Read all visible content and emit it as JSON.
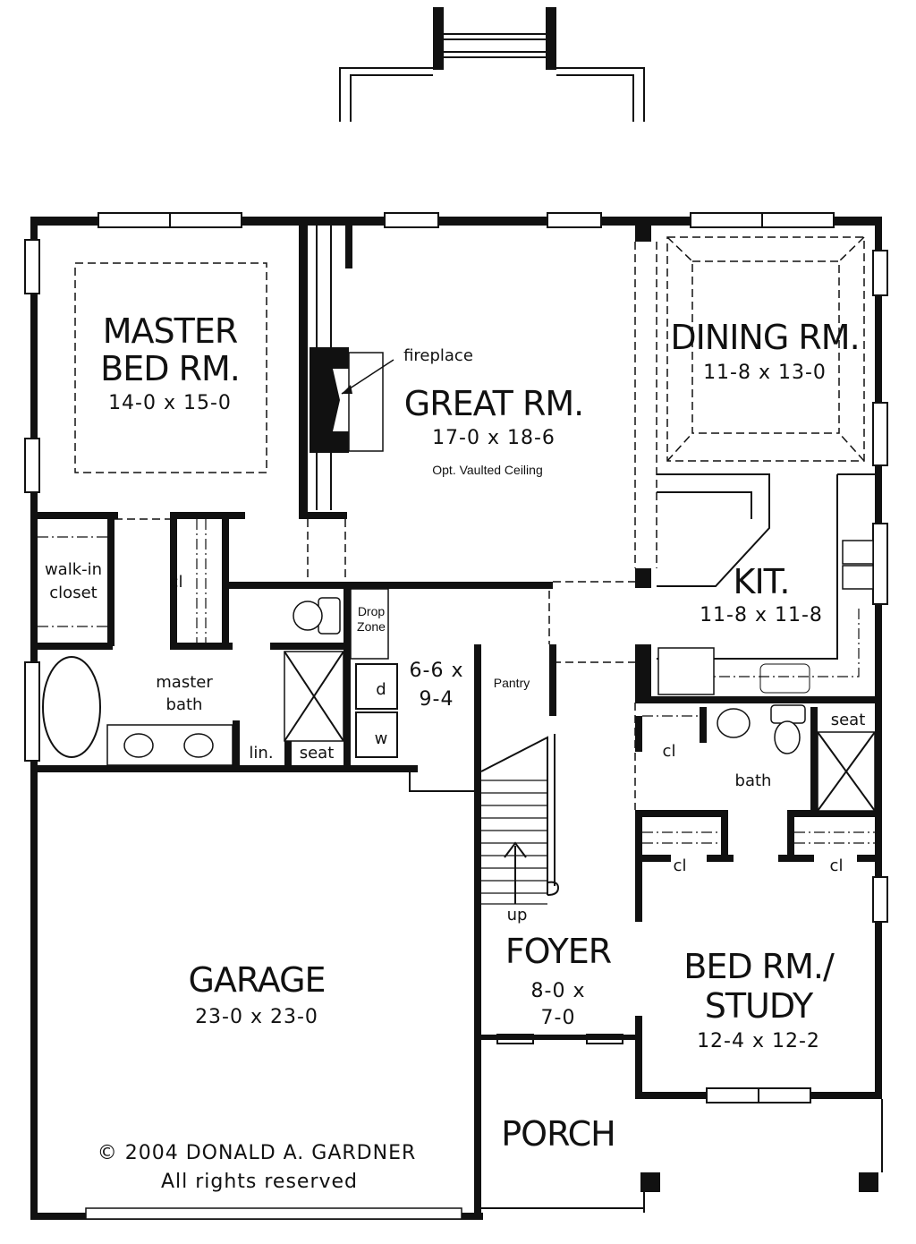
{
  "rooms": {
    "master_bed": {
      "name_line1": "MASTER",
      "name_line2": "BED RM.",
      "dims": "14-0 x 15-0"
    },
    "great_room": {
      "name": "GREAT RM.",
      "dims": "17-0 x 18-6",
      "note": "Opt. Vaulted Ceiling"
    },
    "dining": {
      "name": "DINING RM.",
      "dims": "11-8 x 13-0"
    },
    "kitchen": {
      "name": "KIT.",
      "dims": "11-8 x 11-8"
    },
    "walk_in_closet": {
      "line1": "walk-in",
      "line2": "closet"
    },
    "master_closet": "cl",
    "master_bath": {
      "line1": "master",
      "line2": "bath"
    },
    "linen": "lin.",
    "master_seat": "seat",
    "drop_zone": {
      "line1": "Drop",
      "line2": "Zone"
    },
    "laundry": {
      "dims_line1": "6-6 x",
      "dims_line2": "9-4",
      "dryer": "d",
      "washer": "w"
    },
    "pantry": "Pantry",
    "bath": {
      "name": "bath",
      "closet": "cl",
      "seat": "seat"
    },
    "bed_closet_left": "cl",
    "bed_closet_right": "cl",
    "stairs_label": "up",
    "foyer": {
      "name": "FOYER",
      "dims_line1": "8-0 x",
      "dims_line2": "7-0"
    },
    "bed_study": {
      "name_line1": "BED RM./",
      "name_line2": "STUDY",
      "dims": "12-4 x 12-2"
    },
    "garage": {
      "name": "GARAGE",
      "dims": "23-0 x 23-0"
    },
    "porch": "PORCH"
  },
  "fireplace_label": "fireplace",
  "copyright": {
    "line1": "© 2004 DONALD A. GARDNER",
    "line2": "All rights reserved"
  }
}
